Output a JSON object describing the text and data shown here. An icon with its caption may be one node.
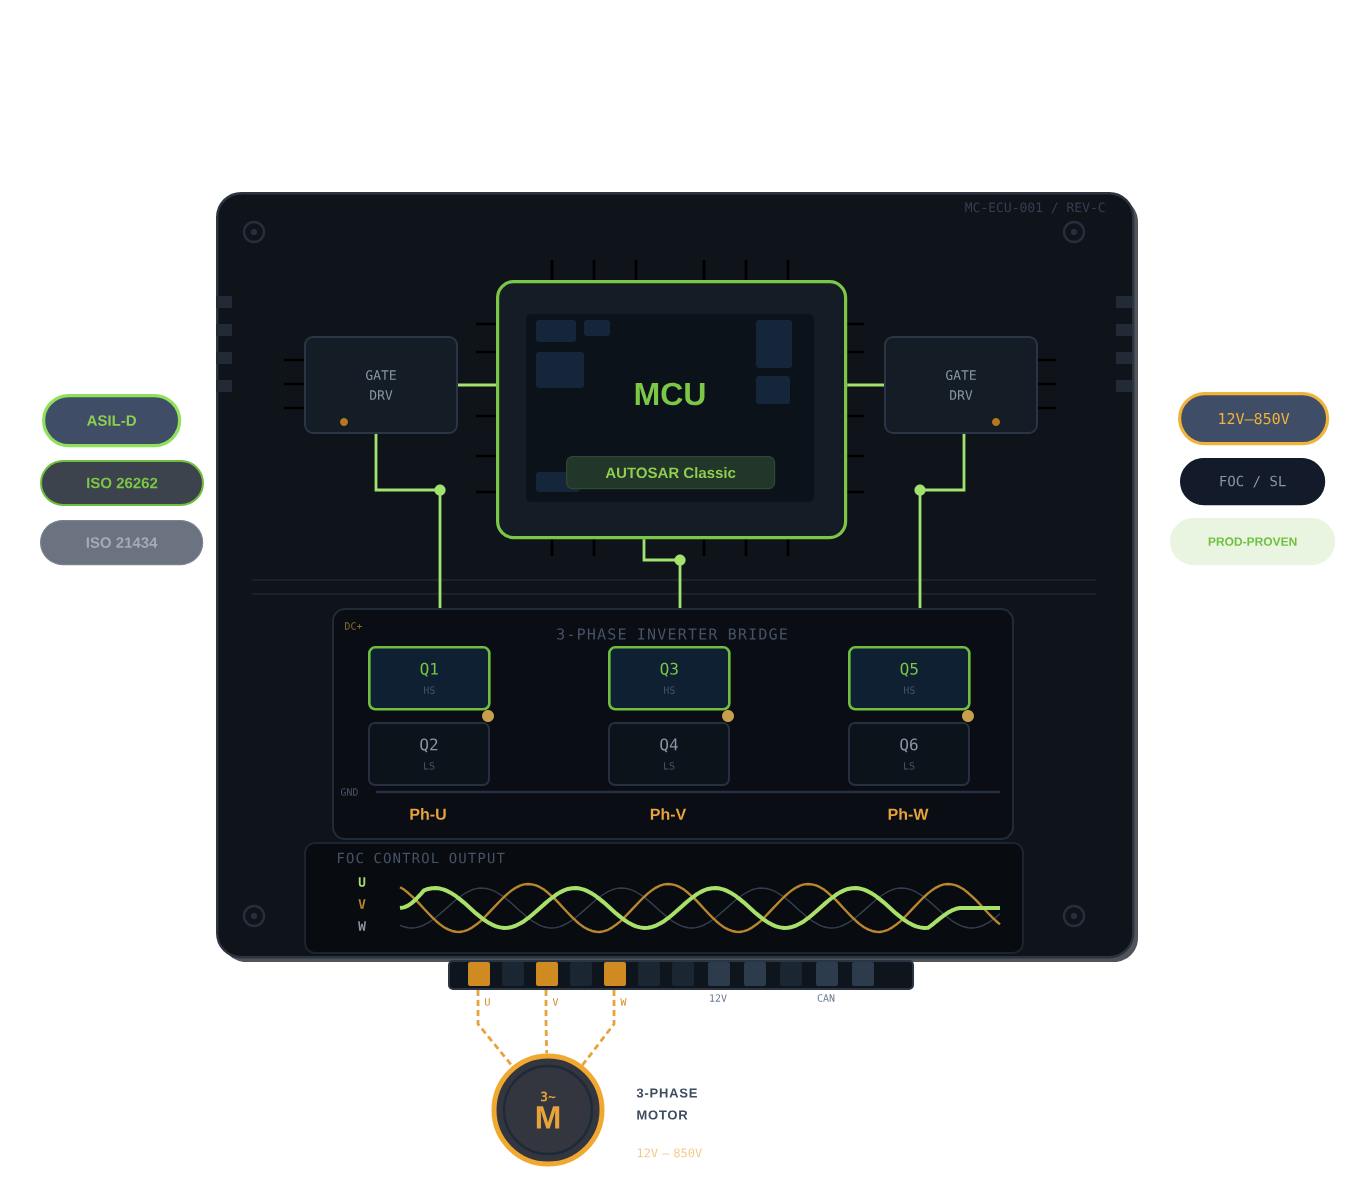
{
  "diagram": {
    "nodes": [
      {
        "text": [
          "MC-ECU-001 / REV-C"
        ]
      },
      {
        "text": [
          "GATE DRV"
        ],
        "in": 0
      },
      {
        "text": [
          "MCU"
        ],
        "in": 0
      },
      {
        "text": [
          "AUTOSAR Classic"
        ],
        "in": 2
      },
      {
        "text": [
          "GATE DRV"
        ],
        "in": 0
      },
      {
        "text": [
          "3-PHASE INVERTER BRIDGE"
        ],
        "in": 0
      },
      {
        "text": [
          "Q1",
          "HS"
        ],
        "in": 5
      },
      {
        "text": [
          "Q3",
          "HS"
        ],
        "in": 5
      },
      {
        "text": [
          "Q5",
          "HS"
        ],
        "in": 5
      },
      {
        "text": [
          "Q2",
          "LS"
        ],
        "in": 5
      },
      {
        "text": [
          "Q4",
          "LS"
        ],
        "in": 5
      },
      {
        "text": [
          "Q6",
          "LS"
        ],
        "in": 5
      },
      {
        "text": [
          "FOC CONTROL OUTPUT"
        ],
        "in": 0
      },
      {
        "text": [],
        "shape": "bar",
        "beside": [
          "U",
          "V",
          "W",
          "12V",
          "CAN"
        ]
      },
      {
        "text": [
          "3~",
          "M"
        ],
        "beside": [
          "3-PHASE MOTOR",
          "12V – 850V"
        ]
      },
      {
        "text": [
          "ASIL-D"
        ]
      },
      {
        "text": [
          "ISO 26262"
        ]
      },
      {
        "text": [
          "ISO 21434"
        ]
      },
      {
        "text": [
          "12V–850V"
        ]
      },
      {
        "text": [
          "FOC / SL"
        ]
      },
      {
        "text": [
          "PROD-PROVEN"
        ]
      }
    ],
    "edges": [
      {
        "from": 1,
        "to": 2,
        "arrow": "none"
      },
      {
        "from": 2,
        "to": 4,
        "arrow": "none"
      },
      {
        "from": 1,
        "to": 5,
        "arrow": "none"
      },
      {
        "from": 2,
        "to": 5,
        "arrow": "none"
      },
      {
        "from": 4,
        "to": 5,
        "arrow": "none"
      },
      {
        "from": 13,
        "to": 14,
        "arrow": "none",
        "style": "dashed",
        "color": "#e8a33a"
      },
      {
        "from": 13,
        "to": 14,
        "arrow": "none",
        "style": "dashed",
        "color": "#e8a33a"
      },
      {
        "from": 13,
        "to": 14,
        "arrow": "none",
        "style": "dashed",
        "color": "#e8a33a"
      }
    ],
    "labels": [
      "DC+",
      "GND",
      "Ph-U",
      "Ph-V",
      "Ph-W",
      "U",
      "V",
      "W"
    ]
  }
}
